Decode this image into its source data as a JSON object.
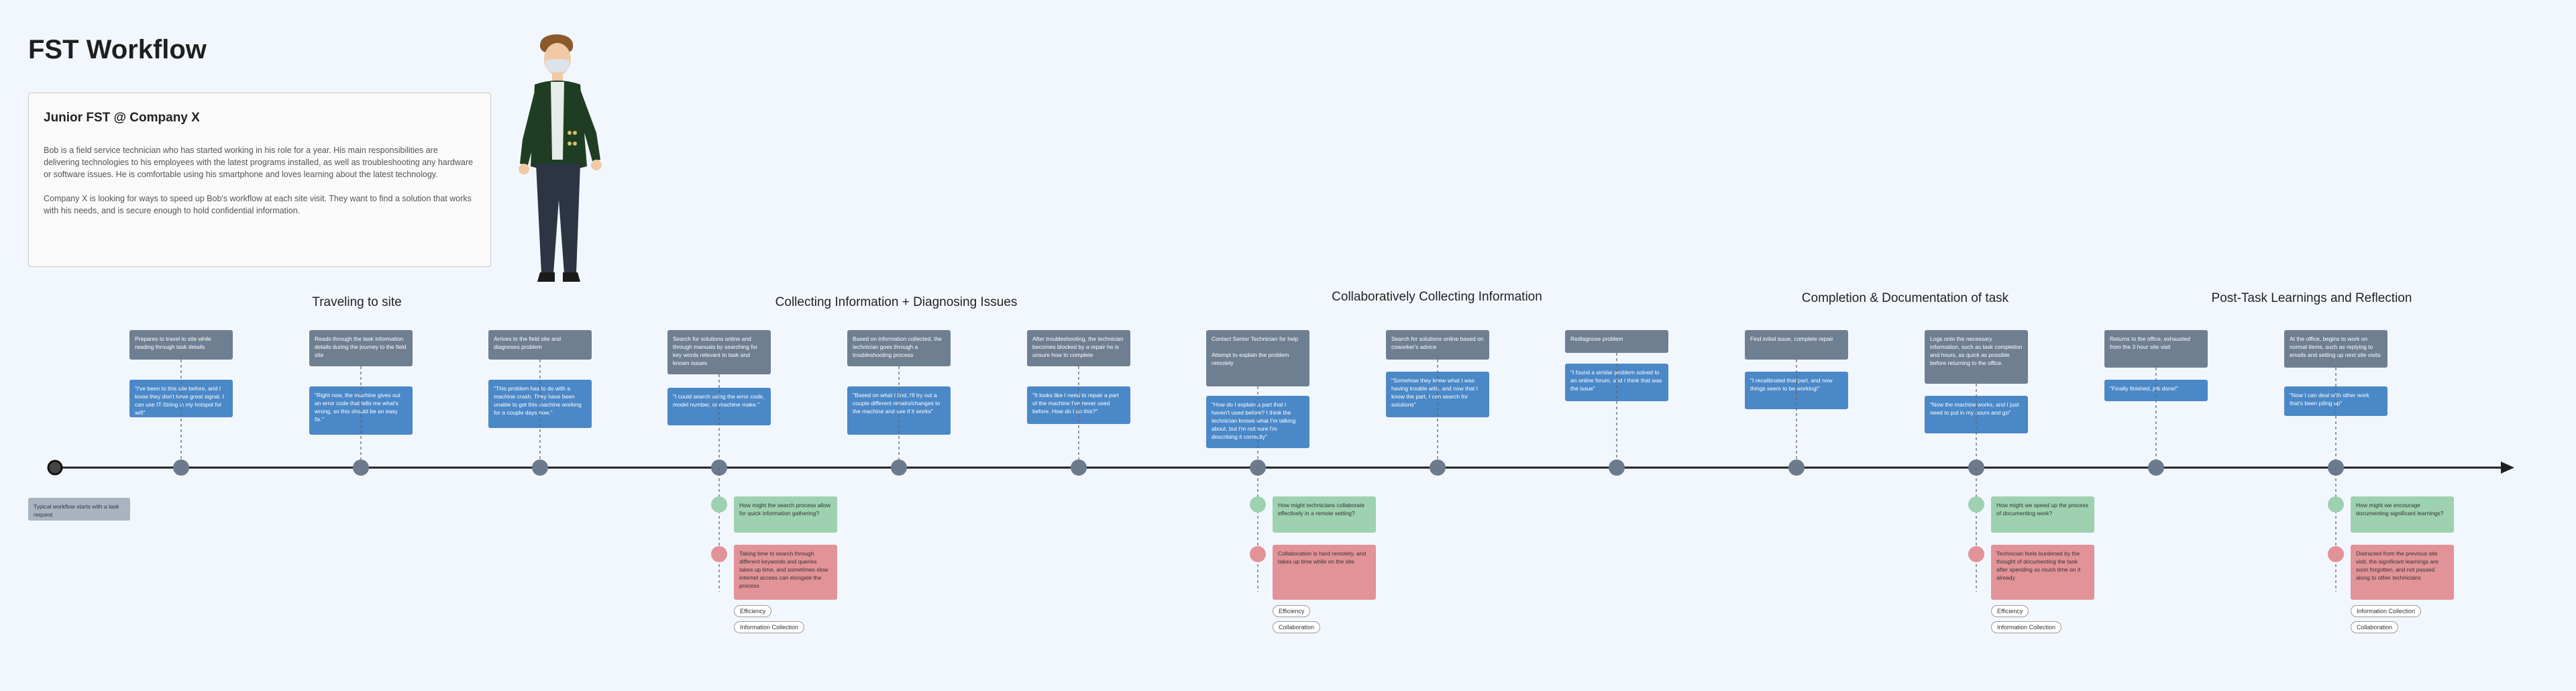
{
  "page": {
    "title": "FST Workflow"
  },
  "persona": {
    "title": "Junior FST @ Company X",
    "description": "Bob is a field service technician who has started working in his role for a year. His main responsibilities are delivering technologies to his employees with the latest programs installed, as well as troubleshooting any hardware or software issues. He is comfortable using his smartphone and loves learning about the latest technology.",
    "goal": "Company X is looking for ways to speed up Bob's workflow at each site visit. They want to find a solution that works with his needs, and is secure enough to hold confidential information."
  },
  "start": {
    "label": "Typical workflow starts with a task request"
  },
  "phases": [
    {
      "label": "Traveling to site"
    },
    {
      "label": "Collecting Information + Diagnosing Issues"
    },
    {
      "label": "Collaboratively Collecting Information"
    },
    {
      "label": "Completion & Documentation of task"
    },
    {
      "label": "Post-Task Learnings and Reflection"
    }
  ],
  "steps": [
    {
      "task": "Prepares to travel to site while reading through task details",
      "quote": "\"I've been to this site before, and I know they don't have great signal. I can use IT-String in my hotspot for wifi\""
    },
    {
      "task": "Reads through the task information details during the journey to the field site",
      "quote": "\"Right now, the machine gives out an error code that tells me what's wrong, so this should be an easy fix.\""
    },
    {
      "task": "Arrives to the field site and diagnoses problem",
      "quote": "\"This problem has to do with a machine crash. They have been unable to get this machine working for a couple days now.\""
    },
    {
      "task": "Search for solutions online and through manuals by searching for key words relevant to task and known issues",
      "quote": "\"I could search using the error code, model number, or machine make.\""
    },
    {
      "task": "Based on information collected, the technician goes through a troubleshooting process",
      "quote": "\"Based on what I find, I'll try out a couple different repairs/changes to the machine and see if it works\""
    },
    {
      "task": "After troubleshooting, the technician becomes blocked by a repair he is unsure how to complete",
      "quote": "\"It looks like I need to repair a part of the machine I've never used before. How do I do this?\""
    },
    {
      "task": "Contact Senior Technician for help\n\nAttempt to explain the problem remotely",
      "quote": "\"How do I explain a part that I haven't used before? I think the technician knows what I'm talking about, but I'm not sure I'm describing it correctly\""
    },
    {
      "task": "Search for solutions online based on coworker's advice",
      "quote": "\"Somehow they knew what I was having trouble with, and now that I know the part, I can search for solutions\""
    },
    {
      "task": "Redlagnose problem",
      "quote": "\"I found a similar problem solved to an online forum, and I think that was the issue\""
    },
    {
      "task": "Find initial issue, complete repair",
      "quote": "\"I recalibrated that part, and now things seem to be working!\""
    },
    {
      "task": "Logs onto the necessary information, such as task completion and hours, as quick as possible before returning to the office.",
      "quote": "\"Now the machine works, and I just need to put in my hours and go\""
    },
    {
      "task": "Returns to the office, exhausted from the 3 hour site visit",
      "quote": "\"Finally finished, job done!\""
    },
    {
      "task": "At the office, begins to work on normal items, such as replying to emails and setting up next site visits",
      "quote": "\"Now I can deal with other work that's been piling up\""
    }
  ],
  "insights": [
    {
      "opportunity": "How might the search process allow for quick information gathering?",
      "pain": "Taking time to search through different keywords and queries takes up time, and sometimes slow internet access can elongate the process",
      "tags": [
        "Efficiency",
        "Information Collection"
      ]
    },
    {
      "opportunity": "How might technicians collaborate effectively in a remote setting?",
      "pain": "Collaboration is hard remotely, and takes up time while on the site",
      "tags": [
        "Efficiency",
        "Collaboration"
      ]
    },
    {
      "opportunity": "How might we speed up the process of documenting work?",
      "pain": "Technician feels burdened by the thought of documenting the task after spending so much time on it already",
      "tags": [
        "Efficiency",
        "Information Collection"
      ]
    },
    {
      "opportunity": "How might we encourage documenting significant learnings?",
      "pain": "Distracted from the previous site visit, the significant learnings are soon forgotten, and not passed along to other technicians",
      "tags": [
        "Information Collection",
        "Collaboration"
      ]
    }
  ],
  "colors": {
    "background": "#f2f7fd",
    "task_card": "#6f7f92",
    "quote_card": "#4a88c8",
    "opportunity_card": "#9dd1b0",
    "pain_card": "#e29398",
    "timeline": "#1f1f1f"
  }
}
